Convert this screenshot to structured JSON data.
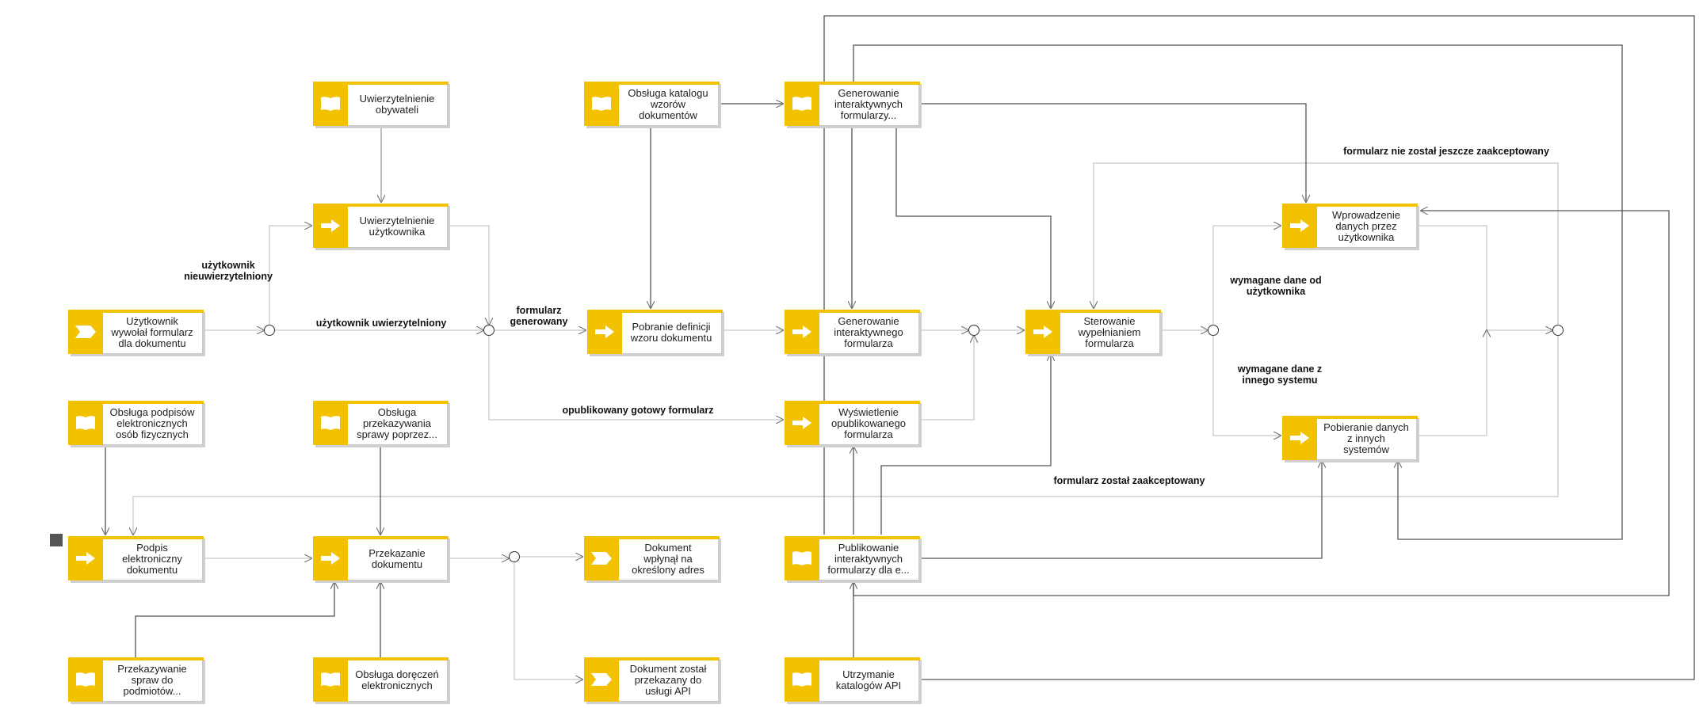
{
  "nodes": [
    {
      "id": "n1",
      "label": "Uwierzytelnienie\nobywateli",
      "icon": "book-icon"
    },
    {
      "id": "n2",
      "label": "Obsługa katalogu\nwzorów\ndokumentów",
      "icon": "book-icon"
    },
    {
      "id": "n3",
      "label": "Generowanie\ninteraktywnych\nformularzy...",
      "icon": "book-icon"
    },
    {
      "id": "n4",
      "label": "Uwierzytelnienie\nużytkownika",
      "icon": "arrow-icon"
    },
    {
      "id": "n5",
      "label": "Wprowadzenie\ndanych przez\nużytkownika",
      "icon": "arrow-icon"
    },
    {
      "id": "n6",
      "label": "Użytkownik\nwywołał formularz\ndla dokumentu",
      "icon": "event-icon"
    },
    {
      "id": "n7",
      "label": "Pobranie definicji\nwzoru dokumentu",
      "icon": "arrow-icon"
    },
    {
      "id": "n8",
      "label": "Generowanie\ninteraktywnego\nformularza",
      "icon": "arrow-icon"
    },
    {
      "id": "n9",
      "label": "Sterowanie\nwypełnianiem\nformularza",
      "icon": "arrow-icon"
    },
    {
      "id": "n10",
      "label": "Obsługa podpisów\nelektronicznych\nosób fizycznych",
      "icon": "book-icon"
    },
    {
      "id": "n11",
      "label": "Obsługa\nprzekazywania\nsprawy poprzez...",
      "icon": "book-icon"
    },
    {
      "id": "n12",
      "label": "Wyświetlenie\nopublikowanego\nformularza",
      "icon": "arrow-icon"
    },
    {
      "id": "n13",
      "label": "Pobieranie danych\nz innych\nsystemów",
      "icon": "arrow-icon"
    },
    {
      "id": "n14",
      "label": "Podpis\nelektroniczny\ndokumentu",
      "icon": "arrow-icon"
    },
    {
      "id": "n15",
      "label": "Przekazanie\ndokumentu",
      "icon": "arrow-icon"
    },
    {
      "id": "n16",
      "label": "Dokument\nwpłynął na\nokreślony adres",
      "icon": "event-icon"
    },
    {
      "id": "n17",
      "label": "Publikowanie\ninteraktywnych\nformularzy dla e...",
      "icon": "book-icon"
    },
    {
      "id": "n18",
      "label": "Przekazywanie\nspraw do\npodmiotów...",
      "icon": "book-icon"
    },
    {
      "id": "n19",
      "label": "Obsługa doręczeń\nelektronicznych",
      "icon": "book-icon"
    },
    {
      "id": "n20",
      "label": "Dokument został\nprzekazany do\nusługi API",
      "icon": "event-icon"
    },
    {
      "id": "n21",
      "label": "Utrzymanie\nkatalogów API",
      "icon": "book-icon"
    }
  ],
  "edge_labels": [
    {
      "id": "l1",
      "text": "użytkownik\nnieuwierzytelniony"
    },
    {
      "id": "l2",
      "text": "użytkownik uwierzytelniony"
    },
    {
      "id": "l3",
      "text": "formularz\ngenerowany"
    },
    {
      "id": "l4",
      "text": "opublikowany gotowy formularz"
    },
    {
      "id": "l5",
      "text": "formularz nie został jeszcze zaakceptowany"
    },
    {
      "id": "l6",
      "text": "wymagane dane od\nużytkownika"
    },
    {
      "id": "l7",
      "text": "wymagane dane z\ninnego systemu"
    },
    {
      "id": "l8",
      "text": "formularz został zaakceptowany"
    }
  ],
  "colors": {
    "accent": "#f2c200",
    "line": "#9a9a9a",
    "line_dark": "#555555"
  }
}
